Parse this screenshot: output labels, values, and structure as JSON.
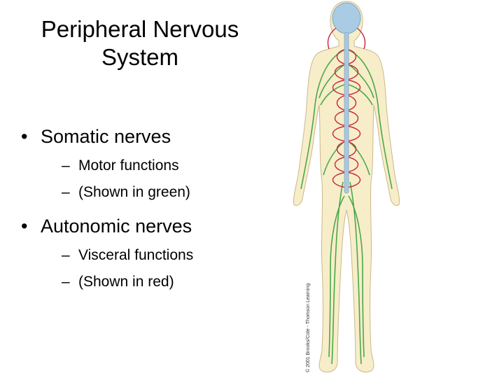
{
  "slide": {
    "title_line1": "Peripheral Nervous",
    "title_line2": "System",
    "bullets": [
      {
        "bullet": "•",
        "text": "Somatic nerves",
        "sub": [
          {
            "dash": "–",
            "text": "Motor functions"
          },
          {
            "dash": "–",
            "text": "(Shown in green)"
          }
        ]
      },
      {
        "bullet": "•",
        "text": "Autonomic nerves",
        "sub": [
          {
            "dash": "–",
            "text": "Visceral functions"
          },
          {
            "dash": "–",
            "text": "(Shown in red)"
          }
        ]
      }
    ],
    "figure": {
      "credit": "© 2001 Brooks/Cole - Thomson Learning",
      "colors": {
        "skin": "#f7edc9",
        "outline": "#c8b98a",
        "brain": "#a9cbe4",
        "spinal_cord": "#a9c8dd",
        "somatic_nerves": "#4aa84a",
        "autonomic_nerves": "#c8223a"
      }
    }
  }
}
